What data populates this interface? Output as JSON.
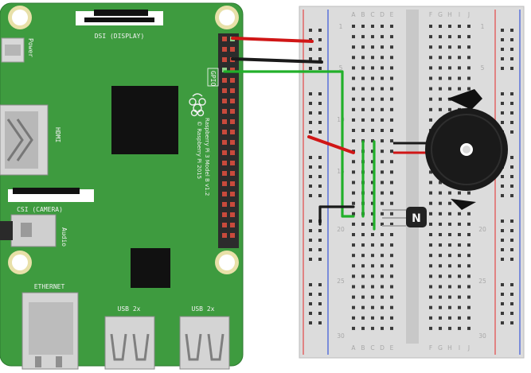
{
  "pi": {
    "dsi_label": "DSI (DISPLAY)",
    "power_label": "Power",
    "hdmi_label": "HDMI",
    "csi_label": "CSI (CAMERA)",
    "audio_label": "Audio",
    "ethernet_label": "ETHERNET",
    "usb1_label": "USB 2x",
    "usb2_label": "USB 2x",
    "gpio_label": "GPIO",
    "model_line1": "Raspberry Pi 3 Model B v1.2",
    "model_line2": "© Raspberry Pi 2015"
  },
  "breadboard": {
    "col_left": [
      "A",
      "B",
      "C",
      "D",
      "E"
    ],
    "col_right": [
      "F",
      "G",
      "H",
      "I",
      "J"
    ],
    "row_numbers": [
      "1",
      "5",
      "10",
      "15",
      "20",
      "25",
      "30"
    ]
  },
  "colors": {
    "pcb": "#3e9b3f",
    "pcb_dark": "#2c7a2f",
    "wire_red": "#d01616",
    "wire_black": "#1a1a1a",
    "wire_green": "#22b02a",
    "breadboard": "#dcdcdc",
    "rail_red": "#e24848",
    "rail_blue": "#3a58d8"
  }
}
